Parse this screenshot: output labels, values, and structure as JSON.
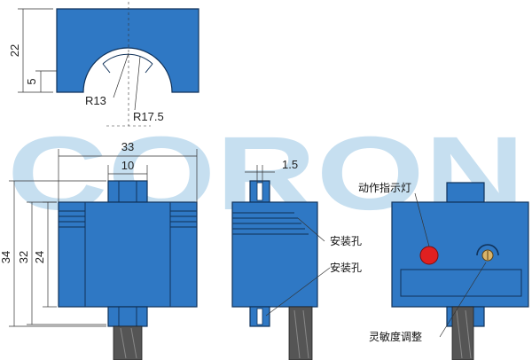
{
  "watermark": "CORON",
  "dimensions": {
    "top_height": "22",
    "top_slot": "5",
    "inner_radius": "R13",
    "outer_radius": "R17.5",
    "width": "33",
    "slot_width": "10",
    "total_height": "34",
    "body_height": "32",
    "inner_height": "24",
    "side_slot": "1.5"
  },
  "labels": {
    "mount_hole_1": "安装孔",
    "mount_hole_2": "安装孔",
    "indicator_light": "动作指示灯",
    "sensitivity_adjust": "灵敏度调整"
  },
  "colors": {
    "body": "#2f78c4",
    "indicator": "#e02020",
    "cable": "#555555",
    "watermark": "#c6dff0"
  }
}
